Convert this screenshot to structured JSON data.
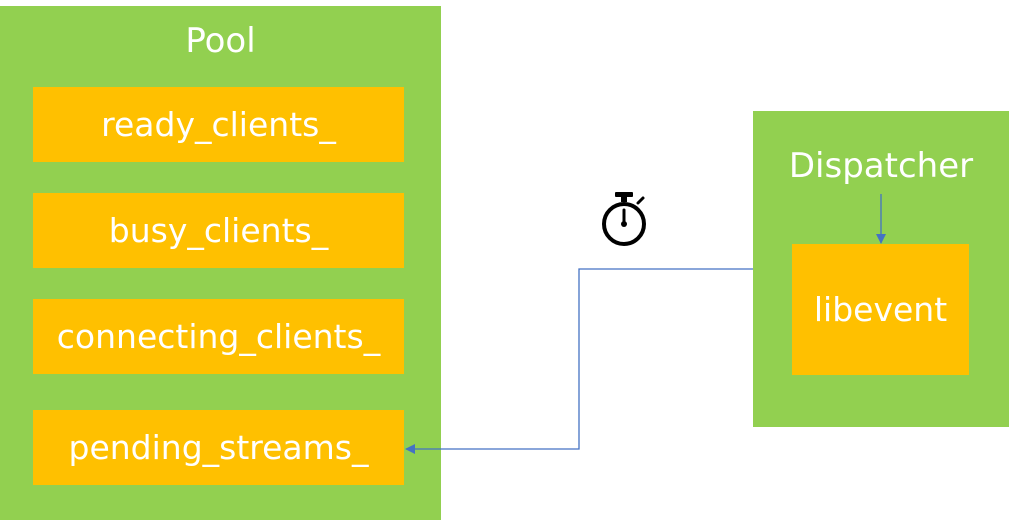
{
  "pool": {
    "title": "Pool",
    "items": [
      {
        "label": "ready_clients_"
      },
      {
        "label": "busy_clients_"
      },
      {
        "label": "connecting_clients_"
      },
      {
        "label": "pending_streams_"
      }
    ]
  },
  "dispatcher": {
    "title": "Dispatcher",
    "inner_label": "libevent"
  },
  "icons": {
    "timer": "stopwatch-icon"
  },
  "colors": {
    "panel_green": "#92d050",
    "box_orange": "#ffc000",
    "connector_blue": "#4472c4",
    "text_white": "#ffffff"
  }
}
